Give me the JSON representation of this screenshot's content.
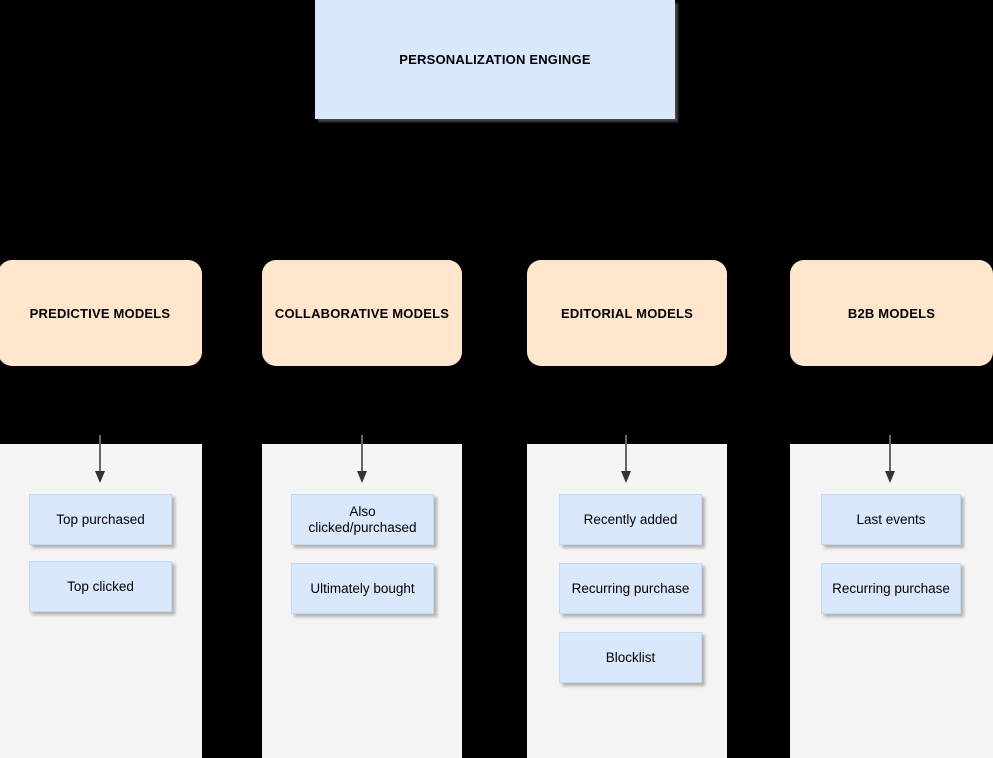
{
  "diagram": {
    "type": "hierarchy-flowchart",
    "background_color": "#000000",
    "header": {
      "title": "PERSONALIZATION ENGINGE",
      "fill_color": "#dae8fc"
    },
    "category_fill_color": "#ffe6cc",
    "item_fill_color": "#dae8fc",
    "column_background_color": "#f4f4f4",
    "arrow_color": "#666666",
    "categories": [
      {
        "label": "PREDICTIVE MODELS",
        "items": [
          {
            "label": "Top purchased"
          },
          {
            "label": "Top clicked"
          }
        ]
      },
      {
        "label": "COLLABORATIVE MODELS",
        "items": [
          {
            "label": "Also clicked/purchased"
          },
          {
            "label": "Ultimately bought"
          }
        ]
      },
      {
        "label": "EDITORIAL MODELS",
        "items": [
          {
            "label": "Recently added"
          },
          {
            "label": "Recurring purchase"
          },
          {
            "label": "Blocklist"
          }
        ]
      },
      {
        "label": "B2B MODELS",
        "items": [
          {
            "label": "Last events"
          },
          {
            "label": "Recurring purchase"
          }
        ]
      }
    ]
  }
}
